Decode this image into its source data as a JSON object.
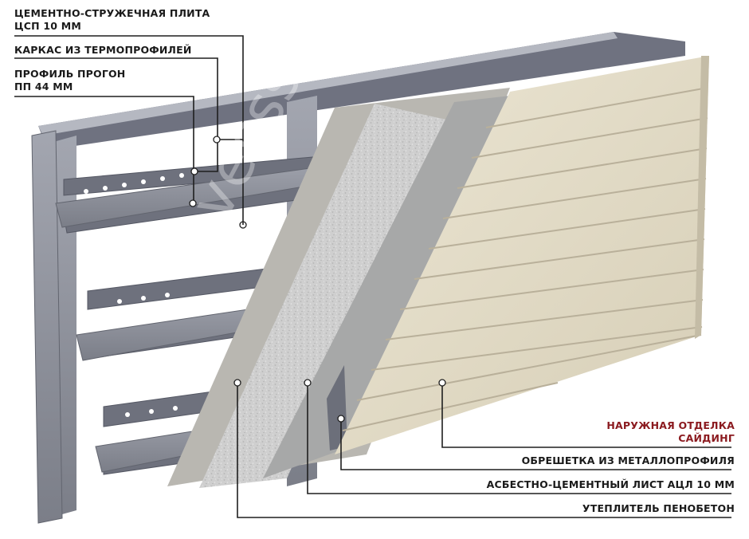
{
  "labels": {
    "slab": [
      "ЦЕМЕНТНО-СТРУЖЕЧНАЯ ПЛИТА",
      "ЦСП 10 ММ"
    ],
    "frame": "КАРКАС ИЗ ТЕРМОПРОФИЛЕЙ",
    "purlin": [
      "ПРОФИЛЬ ПРОГОН",
      "ПП 44 ММ"
    ],
    "finish": [
      "НАРУЖНАЯ ОТДЕЛКА",
      "САЙДИНГ"
    ],
    "lathing": "ОБРЕШЕТКА ИЗ МЕТАЛЛОПРОФИЛЯ",
    "asbestos": "АСБЕСТНО-ЦЕМЕНТНЫЙ ЛИСТ АЦЛ 10 ММ",
    "insulation": "УТЕПЛИТЕЛЬ ПЕНОБЕТОН"
  },
  "watermark": "avesssistem.ru",
  "colors": {
    "label_text": "#1a1a1a",
    "accent_label": "#8b1a1f",
    "siding": "#e3dcc7",
    "steel": "#8a8d97",
    "foam_concrete": "#c9c9c9",
    "cement_sheet": "#a9aaaa"
  }
}
